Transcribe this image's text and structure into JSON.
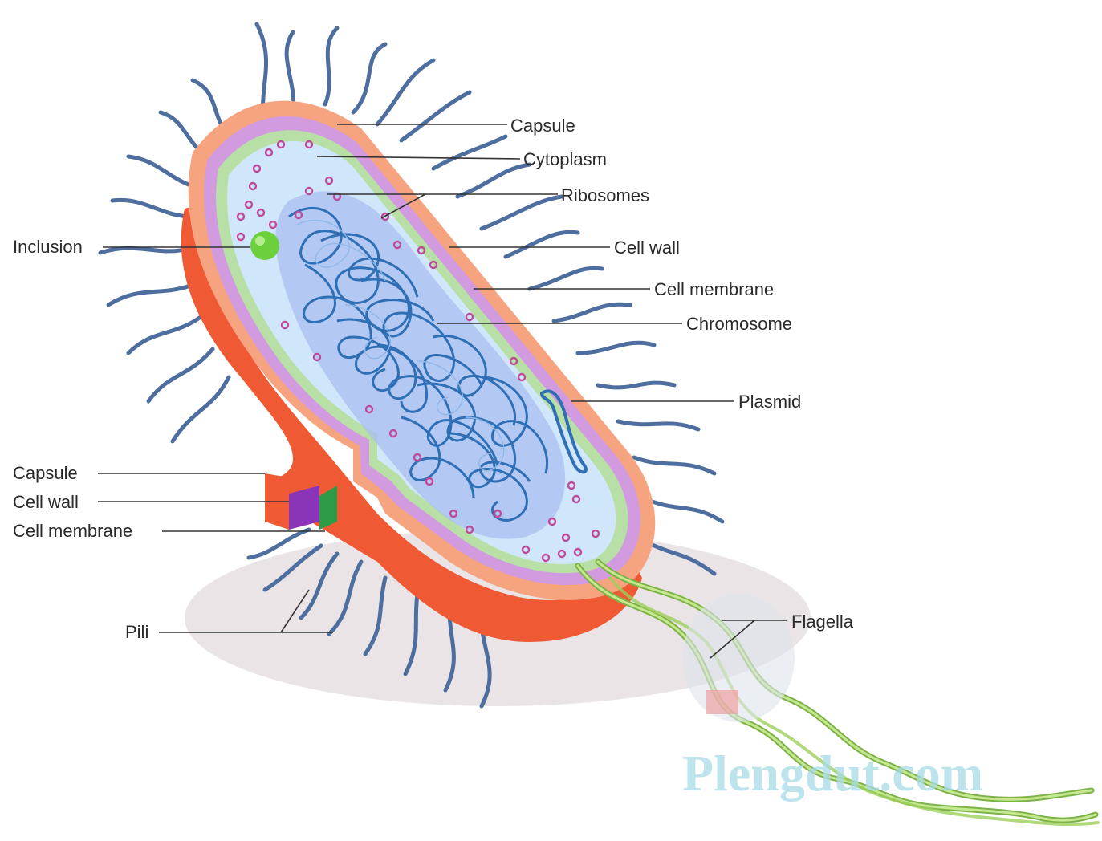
{
  "labels": {
    "capsule_right": "Capsule",
    "cytoplasm": "Cytoplasm",
    "ribosomes": "Ribosomes",
    "cell_wall_right": "Cell wall",
    "cell_membrane_right": "Cell membrane",
    "chromosome": "Chromosome",
    "plasmid": "Plasmid",
    "inclusion": "Inclusion",
    "capsule_left": "Capsule",
    "cell_wall_left": "Cell wall",
    "cell_membrane_left": "Cell membrane",
    "pili": "Pili",
    "flagella": "Flagella"
  },
  "watermark": "Plengdut.com",
  "colors": {
    "capsule": "#f6a480",
    "capsule_cut": "#ef5a35",
    "cell_wall": "#c98ad6",
    "cell_wall_cut": "#8a35b8",
    "cell_membrane": "#b8e0a6",
    "cell_membrane_cut": "#2e9b47",
    "cytoplasm": "#cfe6fb",
    "chromosome": "#2f6fb5",
    "ribosome": "#c04a9a",
    "inclusion": "#6ccf3c",
    "pili": "#4a6a9a",
    "flagella": "#9cd05a"
  }
}
